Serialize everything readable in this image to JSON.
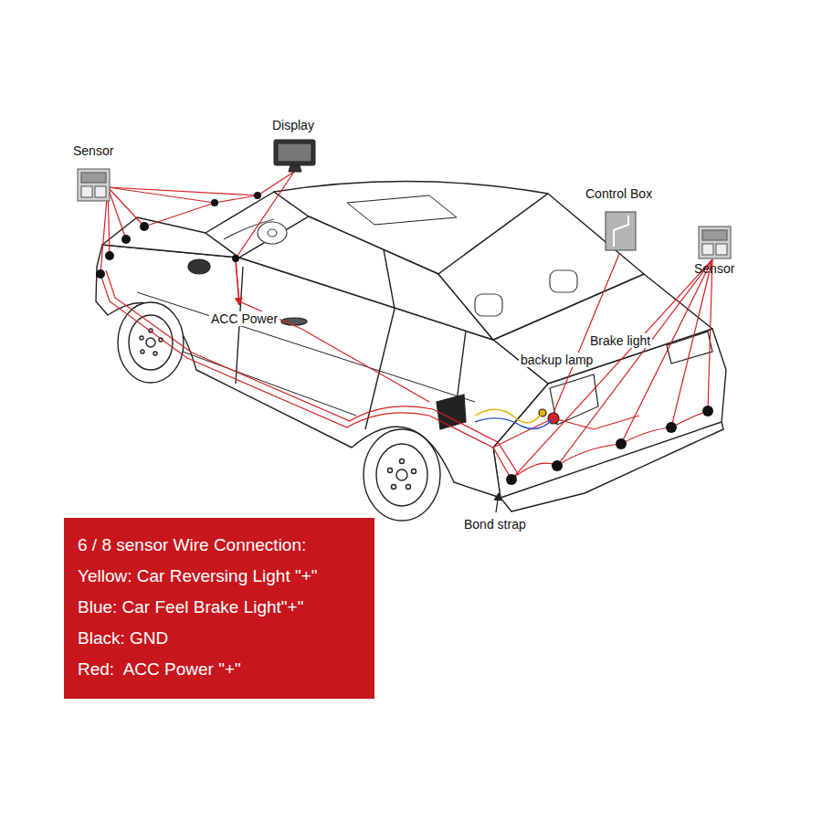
{
  "diagram": {
    "nodes": [
      {
        "text": [
          "Display"
        ]
      },
      {
        "text": [
          "Sensor"
        ]
      },
      {
        "text": [
          "Control Box"
        ]
      },
      {
        "text": [
          "Sensor"
        ]
      },
      {
        "text": [
          "6 / 8 sensor Wire Connection:",
          "Yellow: Car Reversing Light \"+\"",
          "Blue: Car Feel Brake Light\"+\"",
          "Black: GND",
          "Red:  ACC Power \"+\""
        ]
      }
    ],
    "labels": [
      "ACC Power",
      "Brake light",
      "backup lamp",
      "Bond strap"
    ]
  }
}
